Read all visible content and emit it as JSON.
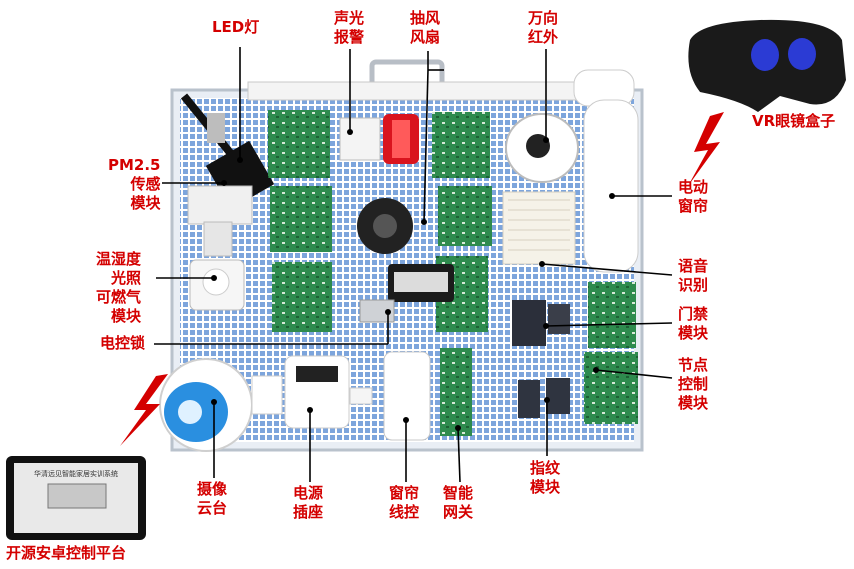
{
  "labels": {
    "led": [
      "LED灯"
    ],
    "alarm": [
      "声光",
      "报警"
    ],
    "fan": [
      "抽风",
      "风扇"
    ],
    "ir": [
      "万向",
      "红外"
    ],
    "vr": [
      "VR眼镜盒子"
    ],
    "pm25": [
      "PM2.5",
      "传感",
      "模块"
    ],
    "curtain": [
      "电动",
      "窗帘"
    ],
    "env": [
      "温湿度",
      "光照",
      "可燃气",
      "模块"
    ],
    "voice": [
      "语音",
      "识别"
    ],
    "lock": [
      "电控锁"
    ],
    "door": [
      "门禁",
      "模块"
    ],
    "node": [
      "节点",
      "控制",
      "模块"
    ],
    "camera": [
      "摄像",
      "云台"
    ],
    "power": [
      "电源",
      "插座"
    ],
    "curtain_ctrl": [
      "窗帘",
      "线控"
    ],
    "gateway": [
      "智能",
      "网关"
    ],
    "finger": [
      "指纹",
      "模块"
    ],
    "android": [
      "开源安卓控制平台"
    ]
  },
  "tablet_title": "华清远见智能家居实训系统",
  "colors": {
    "label": "#d40000",
    "panel": "#ffffff",
    "grid": "#6f9bd6",
    "board": "#2f8a4a"
  }
}
